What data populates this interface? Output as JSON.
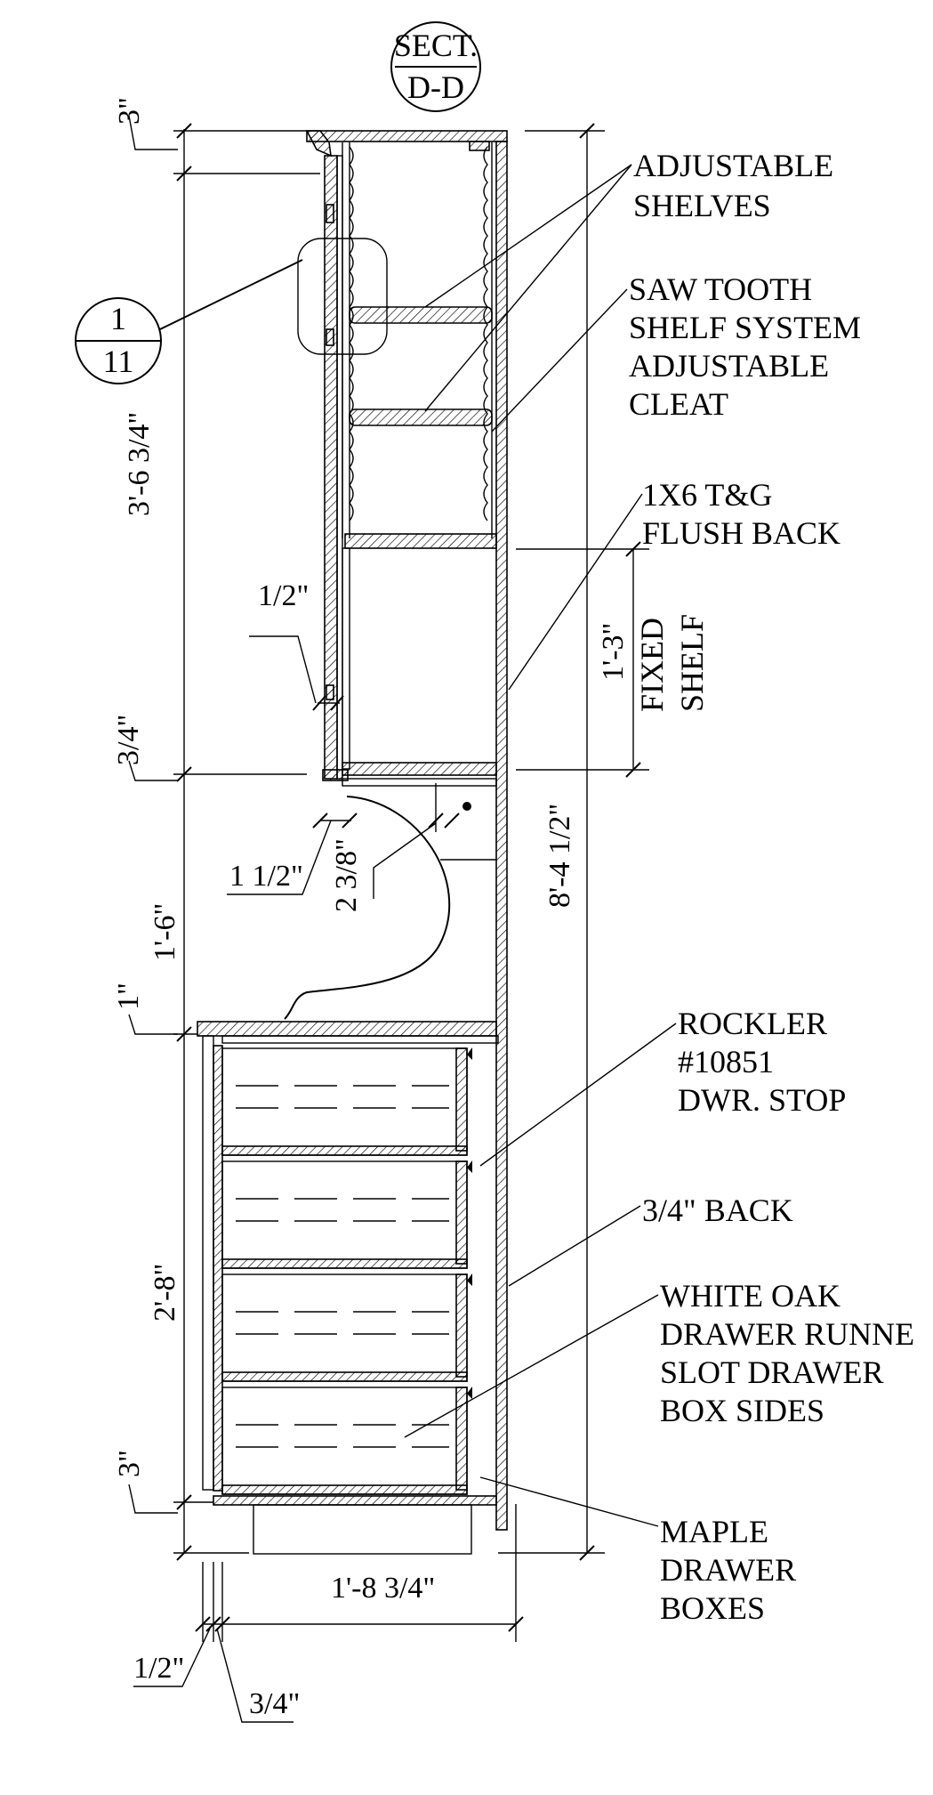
{
  "section_tag": {
    "top": "SECT.",
    "bottom": "D-D"
  },
  "detail_tag": {
    "top": "1",
    "bottom": "11"
  },
  "labels": {
    "adjustable_shelves": [
      "ADJUSTABLE",
      "SHELVES"
    ],
    "saw_tooth": [
      "SAW TOOTH",
      "SHELF SYSTEM",
      "ADJUSTABLE",
      "CLEAT"
    ],
    "flush_back": [
      "1X6 T&G",
      "FLUSH BACK"
    ],
    "fixed_shelf": [
      "FIXED",
      "SHELF"
    ],
    "rockler": [
      "ROCKLER",
      "#10851",
      "DWR. STOP"
    ],
    "back_value": "3/4\" BACK",
    "runners": [
      "WHITE OAK",
      "DRAWER RUNNE",
      "SLOT DRAWER",
      "BOX SIDES"
    ],
    "maple": [
      "MAPLE",
      "DRAWER",
      "BOXES"
    ]
  },
  "dimensions": {
    "top_3in": "3\"",
    "upper_height": "3'-6 3/4\"",
    "half_inch": "1/2\"",
    "three_quarter": "3/4\"",
    "fixed_shelf_height": "1'-3\"",
    "one_and_half": "1 1/2\"",
    "two_and_3_8": "2 3/8\"",
    "overall_height": "8'-4 1/2\"",
    "opening": "1'-6\"",
    "one_inch": "1\"",
    "lower_height": "2'-8\"",
    "base_3in": "3\"",
    "depth": "1'-8 3/4\"",
    "half_bottom": "1/2\"",
    "three_quarter_bottom": "3/4\""
  }
}
